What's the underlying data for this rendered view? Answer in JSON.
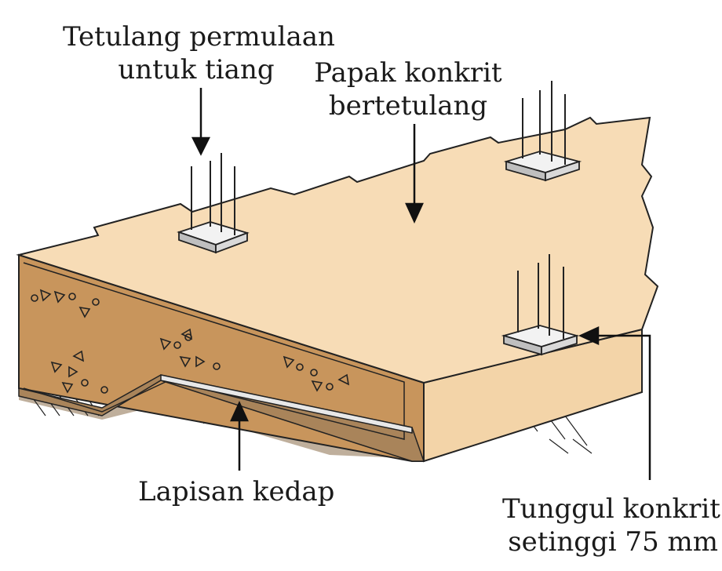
{
  "labels": {
    "starter_bars": {
      "line1": "Tetulang permulaan",
      "line2": "untuk tiang"
    },
    "slab": {
      "line1": "Papak konkrit",
      "line2": "bertetulang"
    },
    "damp_proof": {
      "line1": "Lapisan kedap"
    },
    "stub": {
      "line1": "Tunggul konkrit",
      "line2": "setinggi 75 mm"
    }
  },
  "colors": {
    "slab_top": "#f7dcb6",
    "slab_edge": "#c8955c",
    "ground": "#a9845a",
    "stub_face": "#d9d9d9",
    "outline": "#222222"
  }
}
